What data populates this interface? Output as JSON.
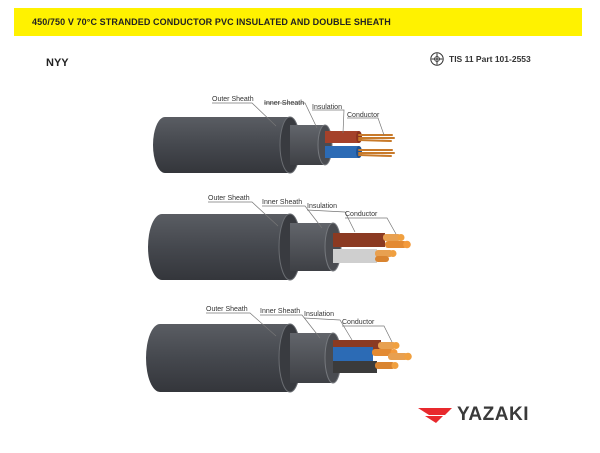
{
  "header": {
    "title": "450/750 V 70°C STRANDED CONDUCTOR PVC INSULATED AND DOUBLE SHEATH",
    "background_color": "#fff200"
  },
  "product": {
    "model": "NYY"
  },
  "standard": {
    "icon": "tis-certification-mark-icon",
    "label": "TIS 11 Part 101-2553"
  },
  "cables": [
    {
      "cores": 2,
      "core_colors": [
        "#a5412a",
        "#2c6bb5"
      ],
      "labels": {
        "outer_sheath": "Outer Sheath",
        "inner_sheath": "Inner Sheath",
        "insulation": "Insulation",
        "conductor": "Conductor"
      }
    },
    {
      "cores": 3,
      "core_colors": [
        "#8b3a22",
        "#cfcfcf",
        "#e8a050"
      ],
      "labels": {
        "outer_sheath": "Outer Sheath",
        "inner_sheath": "Inner Sheath",
        "insulation": "Insulation",
        "conductor": "Conductor"
      }
    },
    {
      "cores": 4,
      "core_colors": [
        "#8b3a22",
        "#2c6bb5",
        "#3b3b3b",
        "#e8a050"
      ],
      "labels": {
        "outer_sheath": "Outer Sheath",
        "inner_sheath": "Inner Sheath",
        "insulation": "Insulation",
        "conductor": "Conductor"
      }
    }
  ],
  "brand": {
    "name": "YAZAKI",
    "logo_icon": "yazaki-wing-icon",
    "color": "#e8292d"
  },
  "colors": {
    "sheath": "#4b4e54",
    "copper": "#e38a33"
  }
}
